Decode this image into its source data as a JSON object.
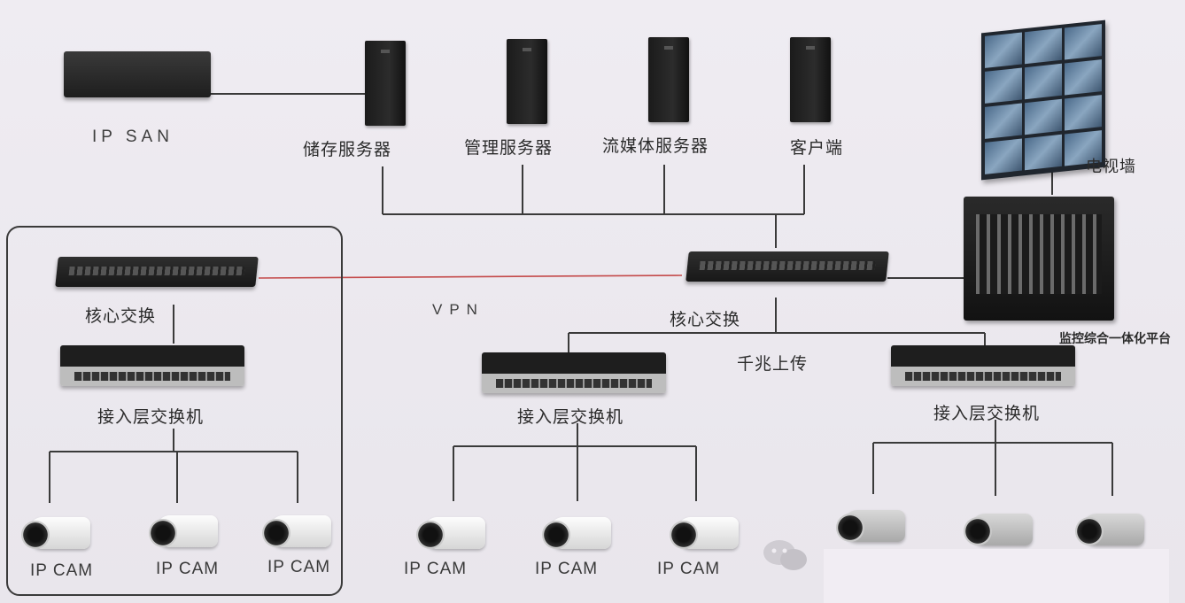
{
  "nodes": {
    "ip_san": "IP SAN",
    "storage_server": "储存服务器",
    "management_server": "管理服务器",
    "streaming_server": "流媒体服务器",
    "client": "客户端",
    "tv_wall": "电视墙",
    "monitoring_platform": "监控综合一体化平台",
    "core_switch_left": "核心交换",
    "core_switch_center": "核心交换",
    "vpn": "VPN",
    "gigabit_uplink": "千兆上传",
    "access_switch_left": "接入层交换机",
    "access_switch_center": "接入层交换机",
    "access_switch_right": "接入层交换机"
  },
  "cameras": {
    "left": [
      "IP CAM",
      "IP CAM",
      "IP CAM"
    ],
    "center": [
      "IP CAM",
      "IP CAM",
      "IP CAM"
    ]
  },
  "colors": {
    "wire": "#3a3a3a",
    "vpn_link": "#c44a4a",
    "background": "#ece9ef"
  }
}
